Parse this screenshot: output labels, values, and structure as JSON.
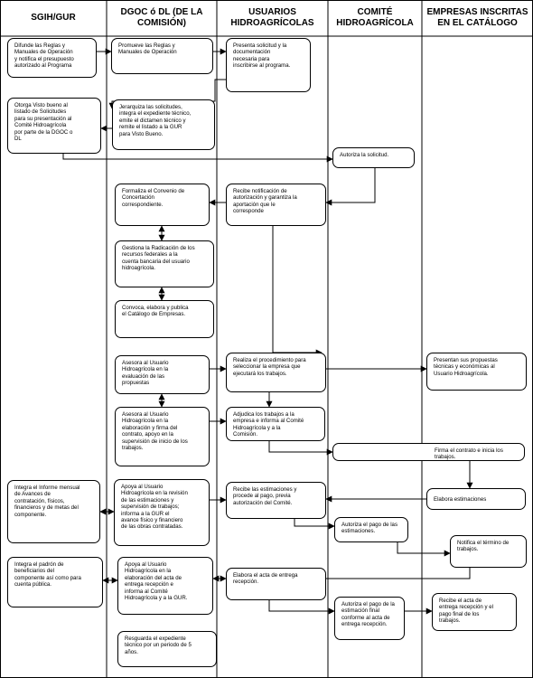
{
  "headers": {
    "col1": "SGIH/GUR",
    "col2": "DGOC ó DL (DE LA\nCOMISIÓN)",
    "col3": "USUARIOS\nHIDROAGRÍCOLAS",
    "col4": "COMITÉ\nHIDROAGRÍCOLA",
    "col5": "EMPRESAS INSCRITAS\nEN EL CATÁLOGO"
  },
  "steps": {
    "s1": "Difunde las Reglas y\nManuales de Operación\ny notifica el presupuesto\nautorizado al Programa",
    "s2": "Promueve las Reglas y\nManuales de Operación",
    "s3": "Presenta solicitud y la\ndocumentación\nnecesaria para\ninscribirse al programa.",
    "s4": "Otorga Visto bueno al\nlistado de Solicitudes\npara su presentación al\nComité Hidroagrícola\npor parte de la DGOC o\nDL",
    "s5": "Jerarquiza las solicitudes,\nintegra el expediente técnico,\nemite el dictamen técnico y\nremite el listado a la GUR\npara Visto Bueno.",
    "s6": "Autoriza la solicitud.",
    "s7": "Formaliza el Convenio de\nConcertación\ncorrespondiente.",
    "s8": "Recibe notificación de\nautorización y garantiza la\naportación que le\ncorresponde",
    "s9": "Gestiona la Radicación de los\nrecursos federales a la\ncuenta bancaria del usuario\nhidroagrícola.",
    "s10": "Convoca, elabora y publica\nel Catálogo de Empresas.",
    "s11": "Asesora al Usuario\nHidroagrícola en la\nevaluación de las\npropuestas",
    "s12": "Realiza el procedimiento para\nseleccionar la empresa que\nejecutará los trabajos.",
    "s13": "Presentan sus propuestas\ntécnicas y económicas al\nUsuario Hidroagrícola.",
    "s14": "Asesora al Usuario\nHidroagrícola en la\nelaboración y firma del\ncontrato, apoyo en la\nsupervisión de inicio de los\ntrabajos.",
    "s15": "Adjudica los trabajos a la\nempresa e informa al Comité\nHidroagrícola y a la\nComisión.",
    "s16": "Firma el contrato e inicia los\ntrabajos.",
    "s17": "Integra el Informe mensual\nde Avances de\ncontratación, físicos,\nfinancieros y de metas del\ncomponente.",
    "s18": "Apoya al Usuario\nHidroagrícola en la revisión\nde las estimaciones y\nsupervisión de trabajos;\ninforma a la GUR el\navance físico y financiero\nde las obras contratadas.",
    "s19": "Recibe las estimaciones y\nprocede al pago, previa\nautorización del Comité.",
    "s20": "Elabora estimaciones",
    "s21": "Autoriza el pago de las\nestimaciones.",
    "s22": "Notifica el término de\ntrabajos.",
    "s23": "Integra el padrón de\nbeneficiarios del\ncomponente así como para\ncuenta pública.",
    "s24": "Apoya al Usuario\nHidroagrícola en la\nelaboración del acta de\nentrega recepción e\ninforma al Comité\nHidroagrícola y a la GUR.",
    "s25": "Elabora el acta de entrega\nrecepción.",
    "s26": "Autoriza el pago de la\nestimación final\nconforme al acta de\nentrega recepción.",
    "s27": "Recibe el acta de\nentrega recepción y el\npago final de los\ntrabajos.",
    "s28": "Resguarda el expediente\ntécnico por un periodo de 5\naños."
  }
}
